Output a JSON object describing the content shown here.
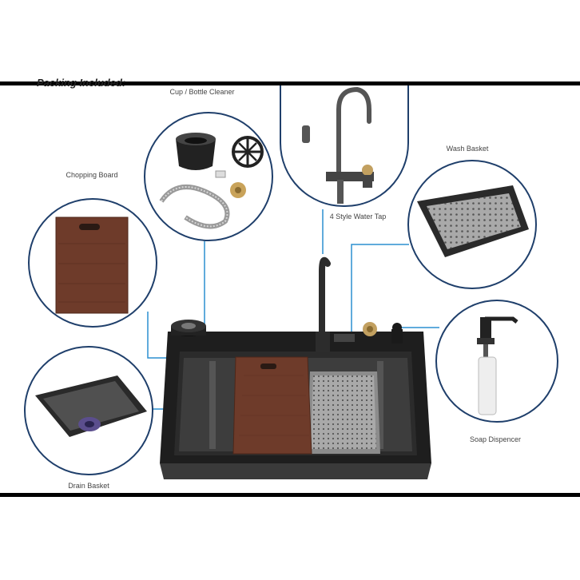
{
  "heading": "Packing Included:",
  "labels": {
    "cup_bottle_cleaner": "Cup / Bottle Cleaner",
    "chopping_board": "Chopping Board",
    "wash_basket": "Wash Basket",
    "water_tap": "4 Style Water Tap",
    "soap_dispenser": "Soap Dispencer",
    "drain_basket": "Drain Basket"
  },
  "colors": {
    "circle_border": "#1f3f6b",
    "leader_line": "#2b8fd0",
    "sink_body": "#1e1e1e",
    "wood": "#6e3b2a"
  }
}
